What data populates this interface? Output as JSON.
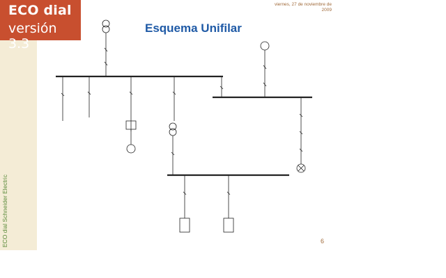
{
  "app": {
    "title_line1": "ECO dial",
    "title_line2": "versión 3.3"
  },
  "sidebar": {
    "vertical_label": "ECO dial Schneider Electric"
  },
  "header": {
    "date_line1": "viernes, 27 de noviembre de",
    "date_line2": "2009"
  },
  "slide": {
    "title": "Esquema Unifilar",
    "page_number": "6"
  },
  "colors": {
    "logo_bg": "#c84f2f",
    "sidebar_bg": "#f4ecd6",
    "title_blue": "#1f5aa6"
  }
}
